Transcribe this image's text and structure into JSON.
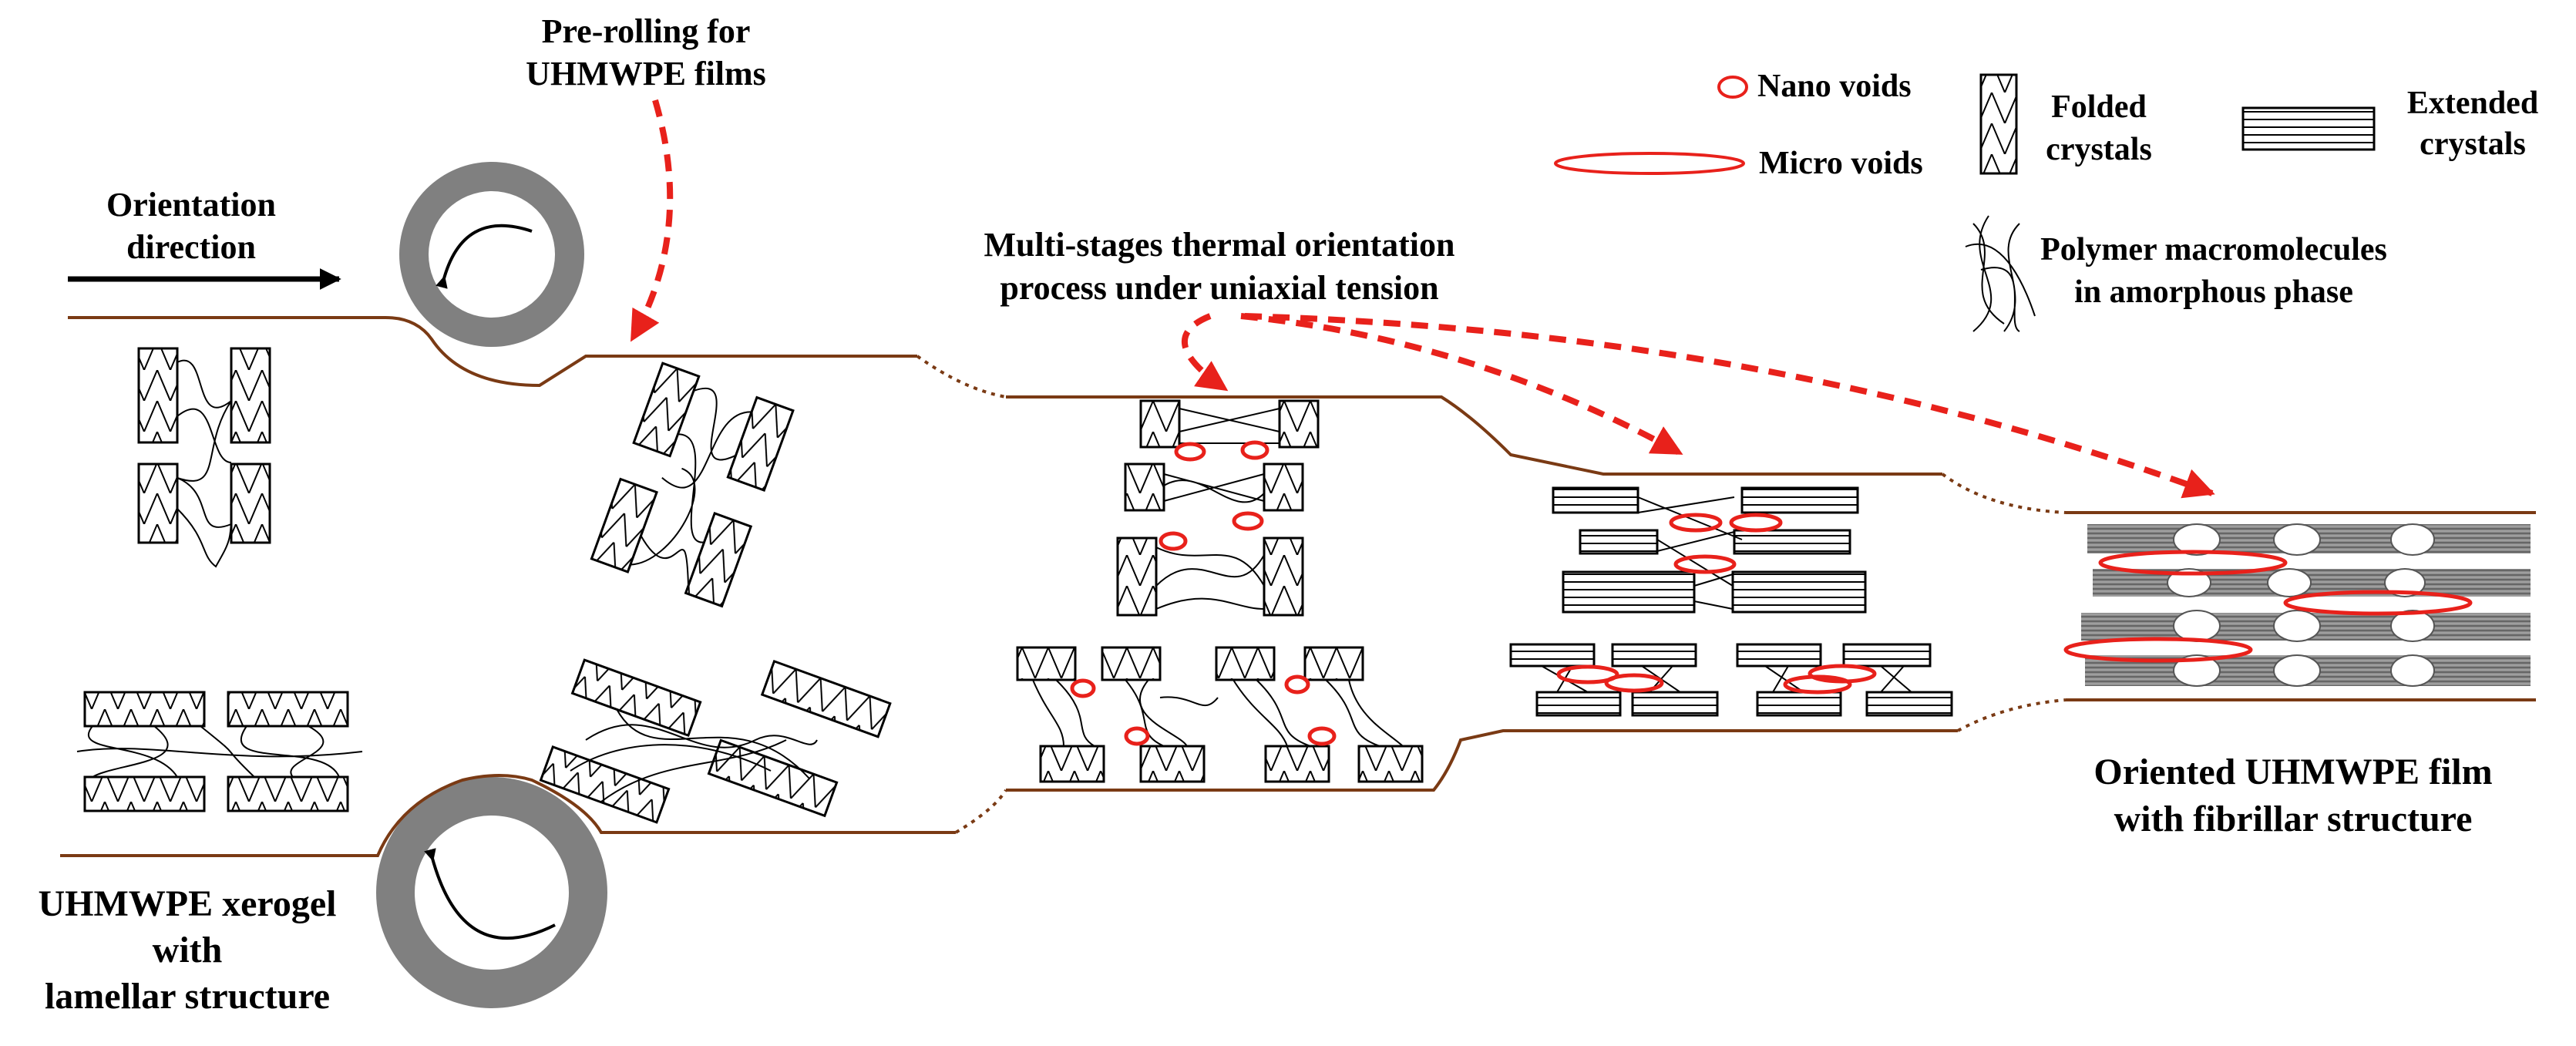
{
  "labels": {
    "prerolling_line1": "Pre-rolling for",
    "prerolling_line2": "UHMWPE films",
    "orientation_line1": "Orientation",
    "orientation_line2": "direction",
    "multistage_line1": "Multi-stages thermal orientation",
    "multistage_line2": "process under uniaxial tension",
    "xerogel_line1": "UHMWPE xerogel",
    "xerogel_line2": "with",
    "xerogel_line3": "lamellar structure",
    "oriented_line1": "Oriented UHMWPE film",
    "oriented_line2": "with fibrillar structure"
  },
  "legend": {
    "nano_voids": "Nano voids",
    "micro_voids": "Micro voids",
    "folded_line1": "Folded",
    "folded_line2": "crystals",
    "extended_line1": "Extended",
    "extended_line2": "crystals",
    "polymer_line1": "Polymer macromolecules",
    "polymer_line2": "in amorphous phase"
  },
  "colors": {
    "film_line": "#7a3a14",
    "arrow_red": "#e8211b",
    "roller_grey": "#808080",
    "void_red": "#e8211b"
  }
}
